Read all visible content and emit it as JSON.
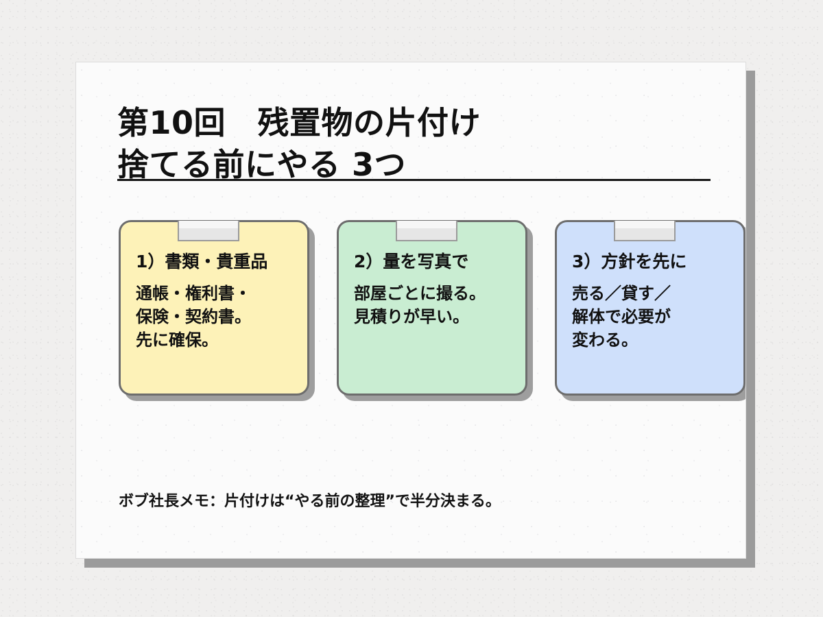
{
  "slide": {
    "title": {
      "line1": "第10回　残置物の片付け",
      "line2": "捨てる前にやる 3つ"
    },
    "cards": [
      {
        "heading": "1）書類・貴重品",
        "lines": [
          "通帳・権利書・",
          "保険・契約書。",
          "先に確保。"
        ],
        "color": "#fdf2b8",
        "tab_label": ""
      },
      {
        "heading": "2）量を写真で",
        "lines": [
          "部屋ごとに撮る。",
          "見積りが早い。"
        ],
        "color": "#c9edd2",
        "tab_label": ""
      },
      {
        "heading": "3）方針を先に",
        "lines": [
          "売る／貸す／",
          "解体で必要が",
          "変わる。"
        ],
        "color": "#cfe0fb",
        "tab_label": ""
      }
    ],
    "footer_note": "ボブ社長メモ：片付けは“やる前の整理”で半分決まる。"
  },
  "colors": {
    "canvas": "#f0efee",
    "slide": "#fbfbfb",
    "text": "#111111",
    "rule": "#141414",
    "card_border": "#6d6d6d",
    "card_shadow": "#9e9e9e",
    "tab": "#e8e8e8"
  }
}
